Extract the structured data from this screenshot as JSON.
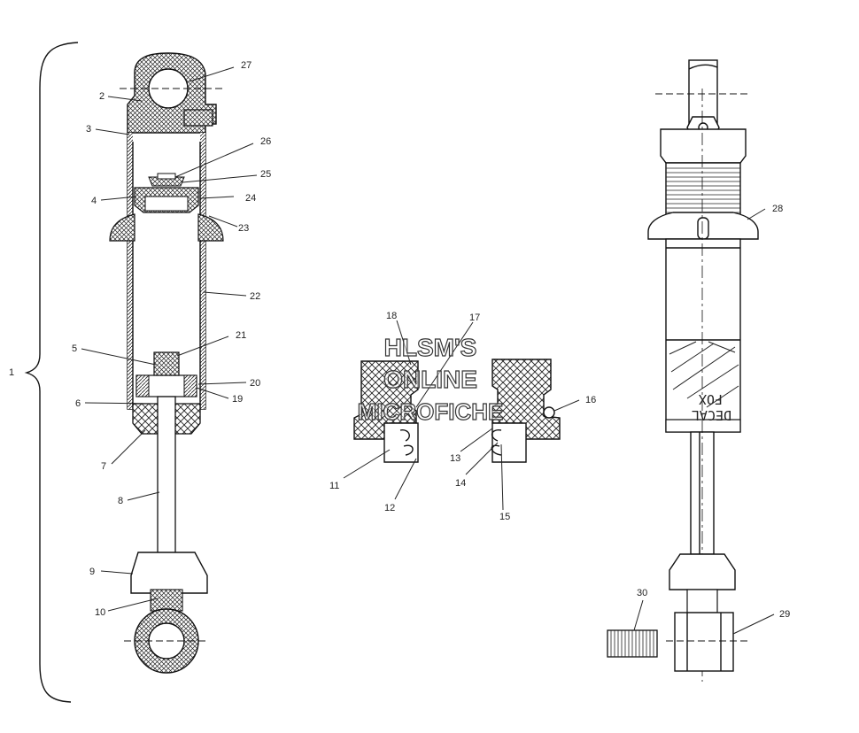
{
  "labels": {
    "l1": "1",
    "l2": "2",
    "l3": "3",
    "l4": "4",
    "l5": "5",
    "l6": "6",
    "l7": "7",
    "l8": "8",
    "l9": "9",
    "l10": "10",
    "l11": "11",
    "l12": "12",
    "l13": "13",
    "l14": "14",
    "l15": "15",
    "l16": "16",
    "l17": "17",
    "l18": "18",
    "l19": "19",
    "l20": "20",
    "l21": "21",
    "l22": "22",
    "l23": "23",
    "l24": "24",
    "l25": "25",
    "l26": "26",
    "l27": "27",
    "l28": "28",
    "l29": "29",
    "l30": "30"
  },
  "watermark": {
    "line1": "HLSM'S",
    "line2": "ONLINE",
    "line3": "MICROFICHE"
  },
  "decal": {
    "line1": "DECAL",
    "line2": "FOX"
  }
}
